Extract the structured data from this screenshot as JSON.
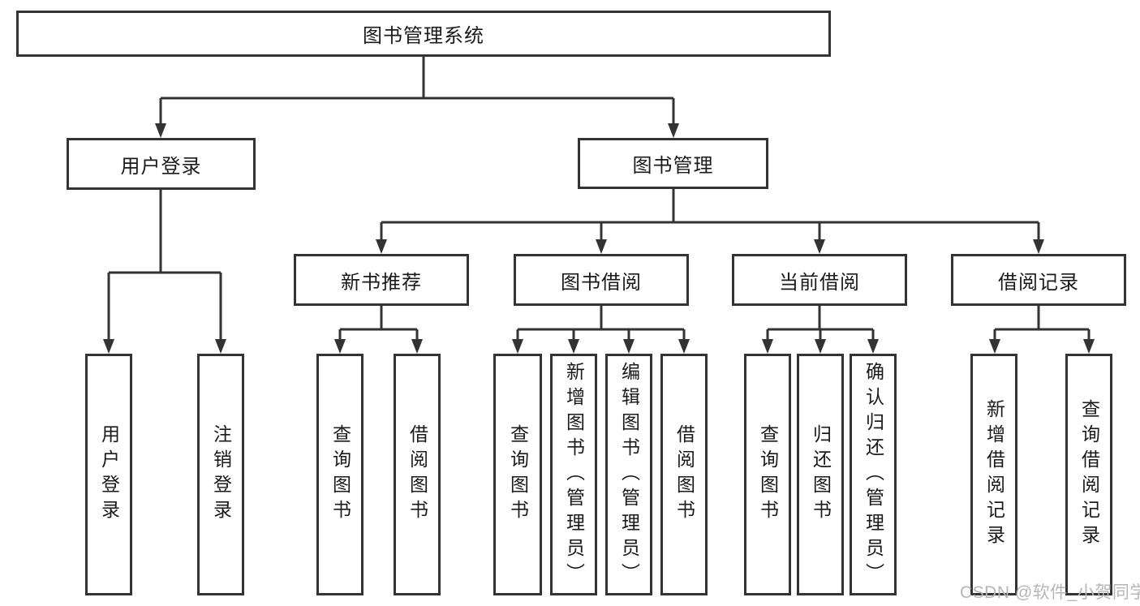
{
  "diagram": {
    "kind": "functional-structure-tree",
    "tree": {
      "root": {
        "label": "图书管理系统"
      },
      "children": [
        {
          "label": "用户登录",
          "children": [
            {
              "label": "用户登录"
            },
            {
              "label": "注销登录"
            }
          ]
        },
        {
          "label": "图书管理",
          "children": [
            {
              "label": "新书推荐",
              "children": [
                {
                  "label": "查询图书"
                },
                {
                  "label": "借阅图书"
                }
              ]
            },
            {
              "label": "图书借阅",
              "children": [
                {
                  "label": "查询图书"
                },
                {
                  "label": "新增图书（管理员）"
                },
                {
                  "label": "编辑图书（管理员）"
                },
                {
                  "label": "借阅图书"
                }
              ]
            },
            {
              "label": "当前借阅",
              "children": [
                {
                  "label": "查询图书"
                },
                {
                  "label": "归还图书"
                },
                {
                  "label": "确认归还（管理员）"
                }
              ]
            },
            {
              "label": "借阅记录",
              "children": [
                {
                  "label": "新增借阅记录"
                },
                {
                  "label": "查询借阅记录"
                }
              ]
            }
          ]
        }
      ]
    },
    "colors": {
      "line": "#333333",
      "node_border": "#333333",
      "node_background": "#ffffff",
      "text": "#1a1a1a",
      "watermark": "#b6b6b6"
    }
  },
  "watermark": {
    "text": "CSDN @软件_小贺同学"
  }
}
